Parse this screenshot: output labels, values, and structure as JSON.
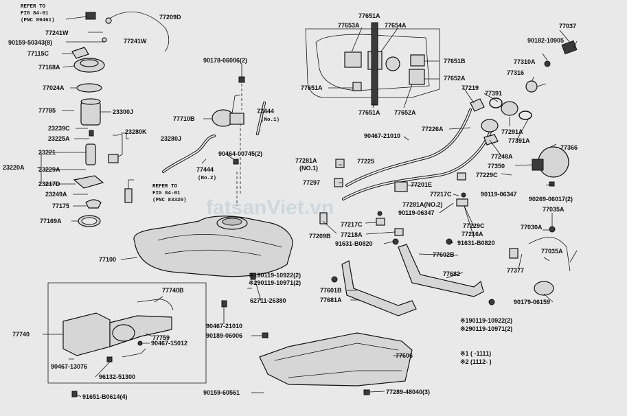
{
  "watermark": "fatsanViet.vn",
  "notes": {
    "refer_fig_8401_a": [
      "REFER TO",
      "FIG 84-01",
      "(PNC 89461)"
    ],
    "refer_fig_8401_b": [
      "REFER TO",
      "FIG 84-01",
      "(PNC 83320)"
    ],
    "legend_1": "※1 (     -1111)",
    "legend_2": "※2 (1112-     )"
  },
  "labels": {
    "p77209D": "77209D",
    "p77241W_a": "77241W",
    "p77241W_b": "77241W",
    "p90159_50343": "90159-50343(8)",
    "p77115C": "77115C",
    "p77168A": "77168A",
    "p77024A": "77024A",
    "p77785": "77785",
    "p23300J": "23300J",
    "p23239C": "23239C",
    "p23225A": "23225A",
    "p23280K": "23280K",
    "p23280J": "23280J",
    "p23221": "23221",
    "p23220A": "23220A",
    "p23229A": "23229A",
    "p23217D": "23217D",
    "p23249A": "23249A",
    "p77175": "77175",
    "p77169A": "77169A",
    "p90178": "90178-06006(2)",
    "p77710B": "77710B",
    "p77444_1": "77444",
    "p77444_1n": "(No.1)",
    "p90464": "90464-00745(2)",
    "p77444_2": "77444",
    "p77444_2n": "(No.2)",
    "p77100": "77100",
    "p90119_a": "※190119-10922(2)",
    "p90119_b": "※290119-10971(2)",
    "p62711": "62711-26380",
    "p77740B": "77740B",
    "p77740": "77740",
    "p90467_21010_b": "90467-21010",
    "p90189": "90189-06006",
    "p77759": "77759",
    "p90467_15012": "90467-15012",
    "p90467_13076": "90467-13076",
    "p96132": "96132-51300",
    "p91651": "91651-B0614(4)",
    "p90159_60561": "90159-60561",
    "p77651A_t": "77651A",
    "p77653A": "77653A",
    "p77654A": "77654A",
    "p77651B": "77651B",
    "p77652A_r": "77652A",
    "p77651A_l": "77651A",
    "p77651A_b": "77651A",
    "p77652A_b": "77652A",
    "p77219": "77219",
    "p77391_a": "77391",
    "p77226A": "77226A",
    "p90467_21010_a": "90467-21010",
    "p77291A": "77291A",
    "p77391A": "77391A",
    "p77248A": "77248A",
    "p77281A": "77281A",
    "p77281A_n1": "(NO.1)",
    "p77225": "77225",
    "p77229C_a": "77229C",
    "p77297": "77297",
    "p77201E": "77201E",
    "p77217C_a": "77217C",
    "p90119_06347_a": "90119-06347",
    "p77281A_n2": "77281A(NO.2)",
    "p90119_06347_b": "90119-06347",
    "p77229C_b": "77229C",
    "p77209B": "77209B",
    "p77217C_b": "77217C",
    "p77218A": "77218A",
    "p77216A": "77216A",
    "p91631_a": "91631-B0820",
    "p91631_b": "91631-B0820",
    "p77602B": "77602B",
    "p77682": "77682",
    "p77601B": "77601B",
    "p77681A": "77681A",
    "p90119_c": "※190119-10922(2)",
    "p90119_d": "※290119-10971(2)",
    "p77606": "77606",
    "p77289": "77289-48040(3)",
    "p77037": "77037",
    "p90182": "90182-10905",
    "p77310A": "77310A",
    "p77316": "77316",
    "p77366": "77366",
    "p77350": "77350",
    "p90269": "90269-06017(2)",
    "p77035A_a": "77035A",
    "p77030A": "77030A",
    "p77035A_b": "77035A",
    "p77377": "77377",
    "p90179": "90179-06159",
    "p23220A_pre": ""
  }
}
